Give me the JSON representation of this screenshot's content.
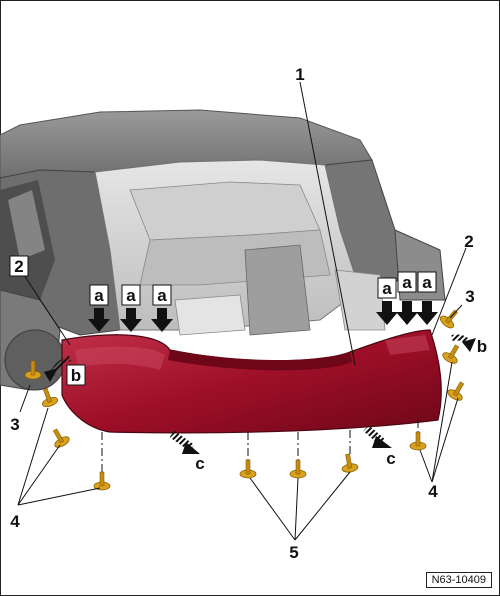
{
  "figure_ref": "N63-10409",
  "callouts": {
    "one": "1",
    "two": "2",
    "three": "3",
    "four": "4",
    "five": "5",
    "a": "a",
    "b": "b",
    "c": "c"
  },
  "colors": {
    "body": "#8a8a8a",
    "interior": "#d9d9d9",
    "bumper": "#a0112a",
    "bumper_highlight": "#c52a45",
    "clip": "#d9a21c",
    "arrow": "#111111"
  }
}
